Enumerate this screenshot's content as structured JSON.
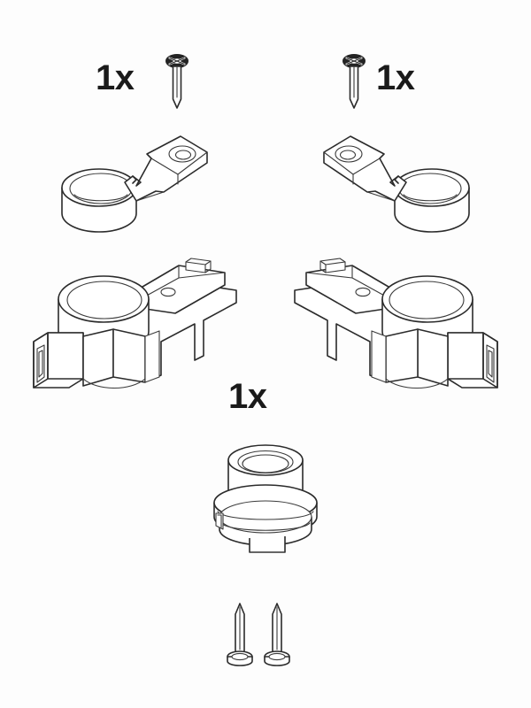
{
  "document": {
    "kind": "assembly-parts-diagram",
    "title": "Hardware Parts Overview",
    "background_color": "#fdfdfd",
    "line_color": "#2b2b2b",
    "label_color": "#1a1a1a"
  },
  "quantities": {
    "left_screw": "1x",
    "right_screw": "1x",
    "center_bushing": "1x"
  },
  "parts": [
    {
      "id": "screw-left",
      "name": "cross-head-screw",
      "label": "1x",
      "label_side": "left",
      "description": "Phillips pan head screw with tapered point"
    },
    {
      "id": "screw-right",
      "name": "cross-head-screw",
      "label": "1x",
      "label_side": "right",
      "description": "Phillips pan head screw with tapered point, mirrored"
    },
    {
      "id": "collar-bracket-left",
      "name": "collar-mounting-bracket",
      "label": "",
      "description": "Cylindrical collar with flat mounting arm and boss hole"
    },
    {
      "id": "collar-bracket-right",
      "name": "collar-mounting-bracket",
      "label": "",
      "description": "Cylindrical collar with flat mounting arm and boss hole, mirrored"
    },
    {
      "id": "hinge-clamp-left",
      "name": "hinge-clamp-assembly",
      "label": "",
      "description": "Collar clamp with rail channel arm and snap latch block"
    },
    {
      "id": "hinge-clamp-right",
      "name": "hinge-clamp-assembly",
      "label": "",
      "description": "Collar clamp with rail channel arm and snap latch block, mirrored"
    },
    {
      "id": "bushing-center",
      "name": "stepped-bushing",
      "label": "1x",
      "description": "Stepped cylindrical bushing with ridged flange base"
    },
    {
      "id": "pin-left",
      "name": "dowel-pin",
      "label": "",
      "description": "Pointed pin with flat disc base"
    },
    {
      "id": "pin-right",
      "name": "dowel-pin",
      "label": "",
      "description": "Pointed pin with flat disc base"
    }
  ]
}
